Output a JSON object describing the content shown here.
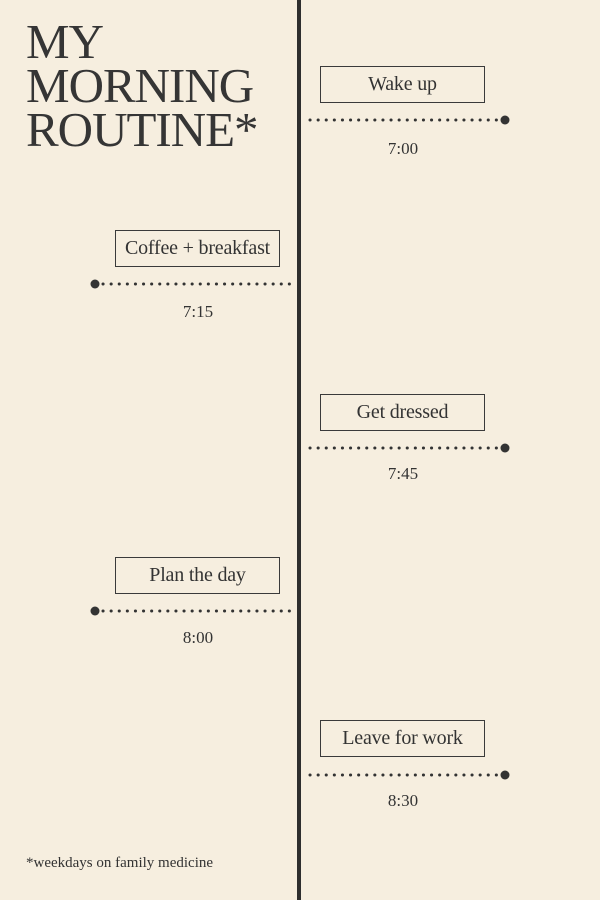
{
  "title_lines": [
    "MY",
    "MORNING",
    "ROUTINE*"
  ],
  "entries": [
    {
      "label": "Wake up",
      "time": "7:00",
      "side": "right"
    },
    {
      "label": "Coffee + breakfast",
      "time": "7:15",
      "side": "left"
    },
    {
      "label": "Get dressed",
      "time": "7:45",
      "side": "right"
    },
    {
      "label": "Plan the day",
      "time": "8:00",
      "side": "left"
    },
    {
      "label": "Leave for work",
      "time": "8:30",
      "side": "right"
    }
  ],
  "footnote": "*weekdays on family medicine",
  "colors": {
    "background": "#f6eedf",
    "ink": "#333333",
    "spine": "#2e2e2e"
  }
}
